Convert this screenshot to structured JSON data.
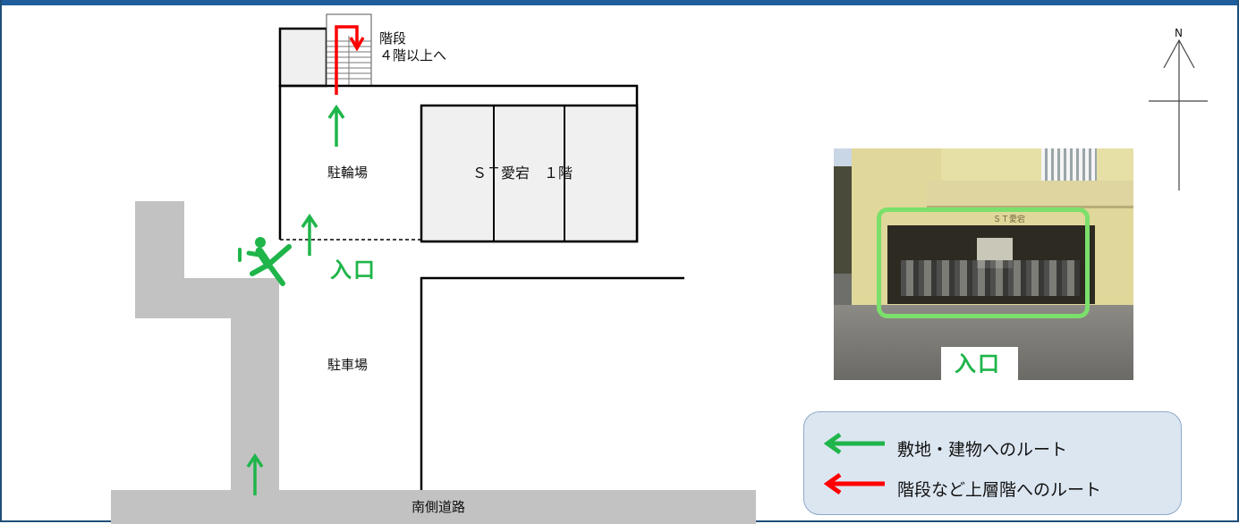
{
  "labels": {
    "stairs": "階段",
    "stairs_sub": "４階以上へ",
    "bicycle_parking": "駐輪場",
    "building": "ＳＴ愛宕　１階",
    "parking": "駐車場",
    "entrance": "入口",
    "road": "南側道路",
    "north": "N"
  },
  "photo": {
    "sign_text": "ＳＴ愛宕",
    "entrance_label": "入口"
  },
  "legend": {
    "items": [
      {
        "label": "敷地・建物へのルート",
        "color": "#1fb54a"
      },
      {
        "label": "階段など上層階へのルート",
        "color": "#ff0000"
      }
    ]
  },
  "colors": {
    "route_green": "#1fb54a",
    "route_red": "#ff0000",
    "road_gray": "#c2c2c2",
    "building_fill": "#f0f0f0",
    "frame_blue": "#1f5d9c",
    "legend_fill": "#dce6f1"
  }
}
